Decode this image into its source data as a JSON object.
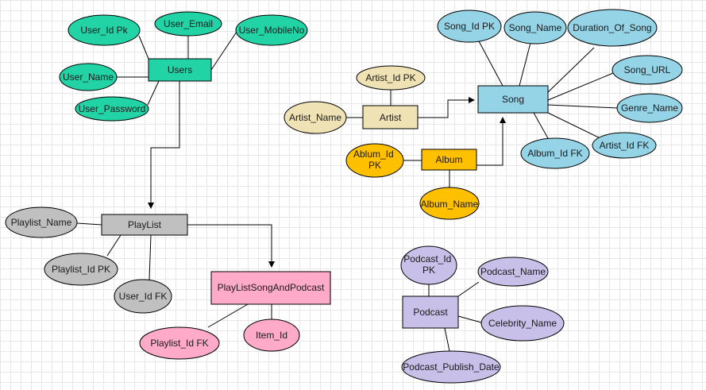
{
  "colors": {
    "users": "#22d3a6",
    "song": "#95d3e6",
    "artist": "#efe2b4",
    "album": "#ffc000",
    "playlist": "#c0c0c0",
    "playlist_song_podcast": "#ffaac8",
    "podcast": "#c8c0e8"
  },
  "entities": {
    "users": {
      "label": "Users",
      "attrs": [
        "User_Id Pk",
        "User_Email",
        "User_MobileNo",
        "User_Name",
        "User_Password"
      ]
    },
    "song": {
      "label": "Song",
      "attrs": [
        "Song_Id PK",
        "Song_Name",
        "Duration_Of_Song",
        "Song_URL",
        "Genre_Name",
        "Artist_Id FK",
        "Album_Id FK"
      ]
    },
    "artist": {
      "label": "Artist",
      "attrs": [
        "Artist_Id PK",
        "Artist_Name"
      ]
    },
    "album": {
      "label": "Album",
      "attrs": [
        [
          "Ablum_Id",
          "PK"
        ],
        "Album_Name"
      ]
    },
    "playlist": {
      "label": "PlayList",
      "attrs": [
        "Playlist_Name",
        "Playlist_Id PK",
        "User_Id FK"
      ]
    },
    "playlist_song_podcast": {
      "label": "PlayListSongAndPodcast",
      "attrs": [
        "Playlist_Id FK",
        "Item_Id"
      ]
    },
    "podcast": {
      "label": "Podcast",
      "attrs": [
        [
          "Podcast_Id",
          "PK"
        ],
        "Podcast_Name",
        "Celebrity_Name",
        "Podcast_Publish_Date"
      ]
    }
  }
}
